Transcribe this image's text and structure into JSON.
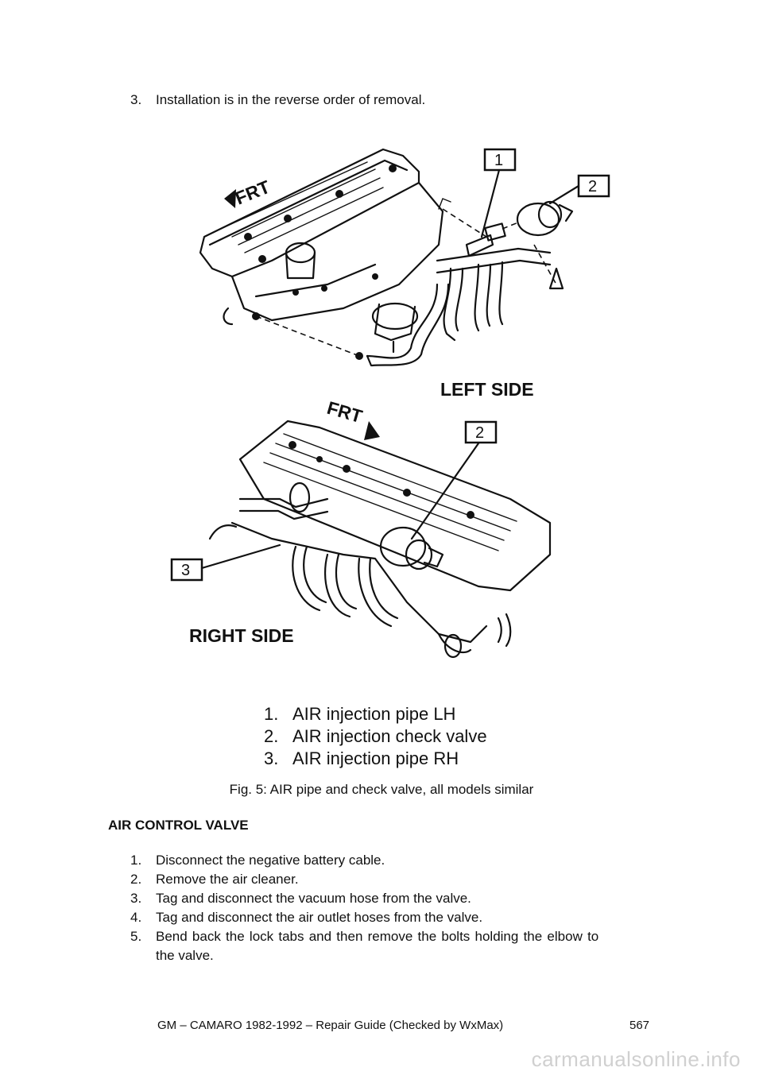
{
  "intro_step": {
    "number": "3.",
    "text": "Installation is in the reverse order of removal."
  },
  "figure": {
    "side_labels": {
      "left": "LEFT SIDE",
      "right": "RIGHT SIDE"
    },
    "front_marker": "FRT",
    "callouts": [
      "1",
      "2",
      "2",
      "3"
    ],
    "legend": [
      {
        "number": "1.",
        "text": "AIR injection pipe LH"
      },
      {
        "number": "2.",
        "text": "AIR injection check valve"
      },
      {
        "number": "3.",
        "text": "AIR injection pipe RH"
      }
    ],
    "caption": "Fig. 5: AIR pipe and check valve, all models similar"
  },
  "section": {
    "heading": "AIR CONTROL VALVE",
    "steps": [
      {
        "number": "1.",
        "text": "Disconnect the negative battery cable."
      },
      {
        "number": "2.",
        "text": "Remove the air cleaner."
      },
      {
        "number": "3.",
        "text": "Tag and disconnect the vacuum hose from the valve."
      },
      {
        "number": "4.",
        "text": "Tag and disconnect the air outlet hoses from the valve."
      },
      {
        "number": "5.",
        "text": "Bend back the lock tabs and then remove the bolts holding the elbow to",
        "continuation": "the valve."
      }
    ]
  },
  "footer": {
    "title": "GM – CAMARO 1982-1992 – Repair Guide (Checked by WxMax)",
    "page_number": "567"
  },
  "watermark": "carmanualsonline.info"
}
